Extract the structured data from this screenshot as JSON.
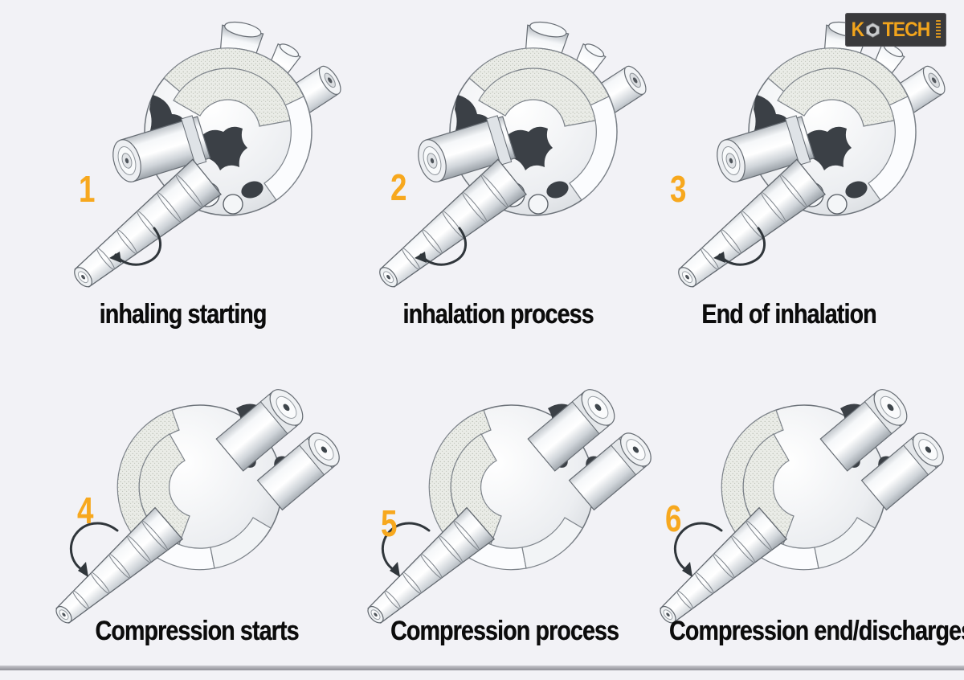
{
  "page": {
    "background_color": "#f2f2f6",
    "description": "Six-step working-cycle diagram of a single-screw compressor"
  },
  "logo": {
    "k": "K",
    "tech": "TECH",
    "nut_icon": "hex-nut-as-letter-O",
    "background_color": "#3a3a3c",
    "text_color": "#F1A41C"
  },
  "art_alt": "screw compressor rotor illustration",
  "panels": [
    {
      "number": "1",
      "caption": "inhaling starting"
    },
    {
      "number": "2",
      "caption": "inhalation process"
    },
    {
      "number": "3",
      "caption": "End of inhalation"
    },
    {
      "number": "4",
      "caption": "Compression starts"
    },
    {
      "number": "5",
      "caption": "Compression process"
    },
    {
      "number": "6",
      "caption": "Compression end/discharges"
    }
  ],
  "colors": {
    "step_number": "#F7A81E",
    "caption": "#0c0c0c",
    "dark_shadow": "#3b4046"
  }
}
